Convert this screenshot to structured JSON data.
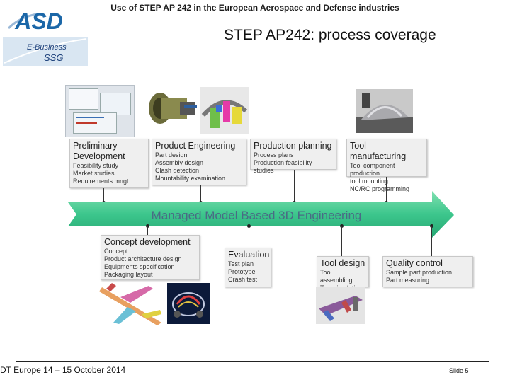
{
  "header": {
    "text": "Use of STEP AP 242 in the European Aerospace and Defense industries"
  },
  "logos": {
    "asd": "ASD",
    "ebusiness_line1": "E-Business",
    "ebusiness_line2": "SSG"
  },
  "slide": {
    "title": "STEP AP242: process coverage"
  },
  "arrow": {
    "label": "Managed Model Based 3D Engineering"
  },
  "top_boxes": [
    {
      "title": "Preliminary Development",
      "lines": [
        "Feasibility study",
        "Market studies",
        "Requirements mngt"
      ]
    },
    {
      "title": "Product Engineering",
      "lines": [
        "Part design",
        "Assembly design",
        "Clash detection",
        "Mountability examination"
      ]
    },
    {
      "title": "Production planning",
      "lines": [
        "Process plans",
        "Production feasibility studies"
      ]
    },
    {
      "title": "Tool manufacturing",
      "lines": [
        "Tool component production",
        "tool mounting",
        "NC/RC programming"
      ]
    }
  ],
  "bottom_boxes": [
    {
      "title": "Concept development",
      "lines": [
        "Concept",
        "Product architecture design",
        "Equipments specification",
        "Packaging layout"
      ]
    },
    {
      "title": "Evaluation",
      "lines": [
        "Test plan",
        "Prototype",
        "Crash test"
      ]
    },
    {
      "title": "Tool design",
      "lines": [
        "Tool assembling",
        "Tool simulation"
      ]
    },
    {
      "title": "Quality control",
      "lines": [
        "Sample part production",
        "Part measuring"
      ]
    }
  ],
  "footer": {
    "left": "DT Europe 14 – 15 October 2014",
    "right": "Slide 5"
  },
  "colors": {
    "arrow_fill": "#3cc68c",
    "arrow_text": "#4a6a85",
    "asd_blue": "#1b67a8",
    "ebiz_bg": "#d9e6f2"
  }
}
